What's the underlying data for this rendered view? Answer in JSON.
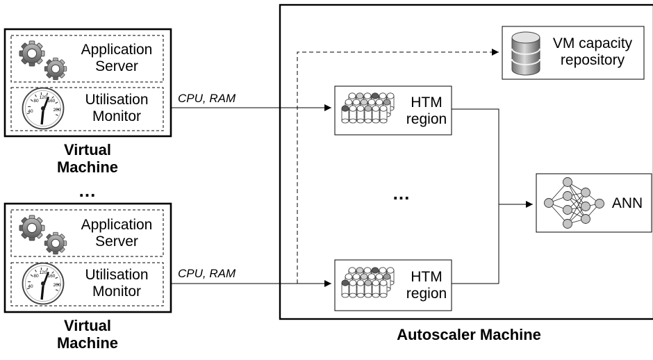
{
  "vm_top": {
    "app_server": {
      "line1": "Application",
      "line2": "Server"
    },
    "util_monitor": {
      "line1": "Utilisation",
      "line2": "Monitor"
    },
    "caption_line1": "Virtual",
    "caption_line2": "Machine"
  },
  "vm_bottom": {
    "app_server": {
      "line1": "Application",
      "line2": "Server"
    },
    "util_monitor": {
      "line1": "Utilisation",
      "line2": "Monitor"
    },
    "caption_line1": "Virtual",
    "caption_line2": "Machine"
  },
  "vm_ellipsis": "...",
  "edges": {
    "top_metrics": "CPU, RAM",
    "bottom_metrics": "CPU, RAM"
  },
  "gauge_ticks": [
    "40",
    "80",
    "120",
    "160",
    "200"
  ],
  "autoscaler": {
    "caption": "Autoscaler Machine",
    "repository": {
      "line1": "VM capacity",
      "line2": "repository"
    },
    "htm_top": {
      "line1": "HTM",
      "line2": "region"
    },
    "htm_bottom": {
      "line1": "HTM",
      "line2": "region"
    },
    "htm_ellipsis": "...",
    "ann": "ANN"
  },
  "icons": {
    "gears": "gears-icon",
    "gauge": "speedometer-gauge-icon",
    "database": "database-icon",
    "htm": "htm-columns-icon",
    "network": "neural-network-icon"
  }
}
